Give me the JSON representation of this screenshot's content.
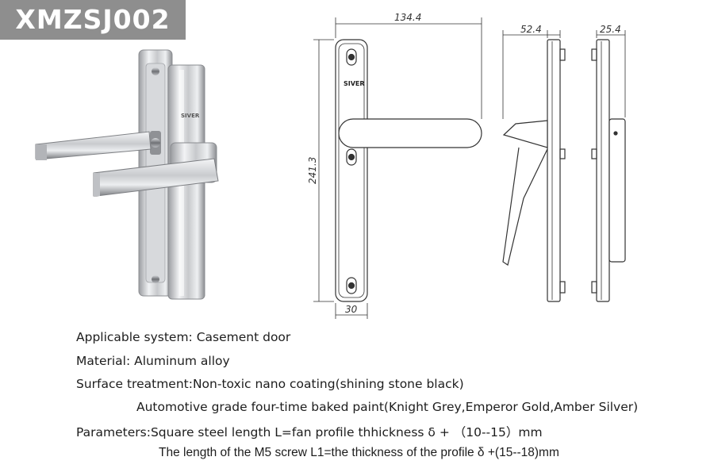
{
  "model_badge": "XMZSJ002",
  "brand_mark": "SIVER",
  "dimensions": {
    "width_top": "134.4",
    "height_left": "241.3",
    "width_bottom": "30",
    "side_depth": "52.4",
    "side_thickness": "25.4"
  },
  "specs": {
    "line1": "Applicable system: Casement door",
    "line2": "Material: Aluminum alloy",
    "line3": "Surface treatment:Non-toxic nano coating(shining stone black)",
    "line4": "Automotive grade four-time baked paint(Knight Grey,Emperor Gold,Amber Silver)",
    "line5": "Parameters:Square steel length L=fan profile thhickness δ + （10--15）mm",
    "line6": "The length of the M5 screw L1=the thickness of the profile δ +(15--18)mm"
  }
}
